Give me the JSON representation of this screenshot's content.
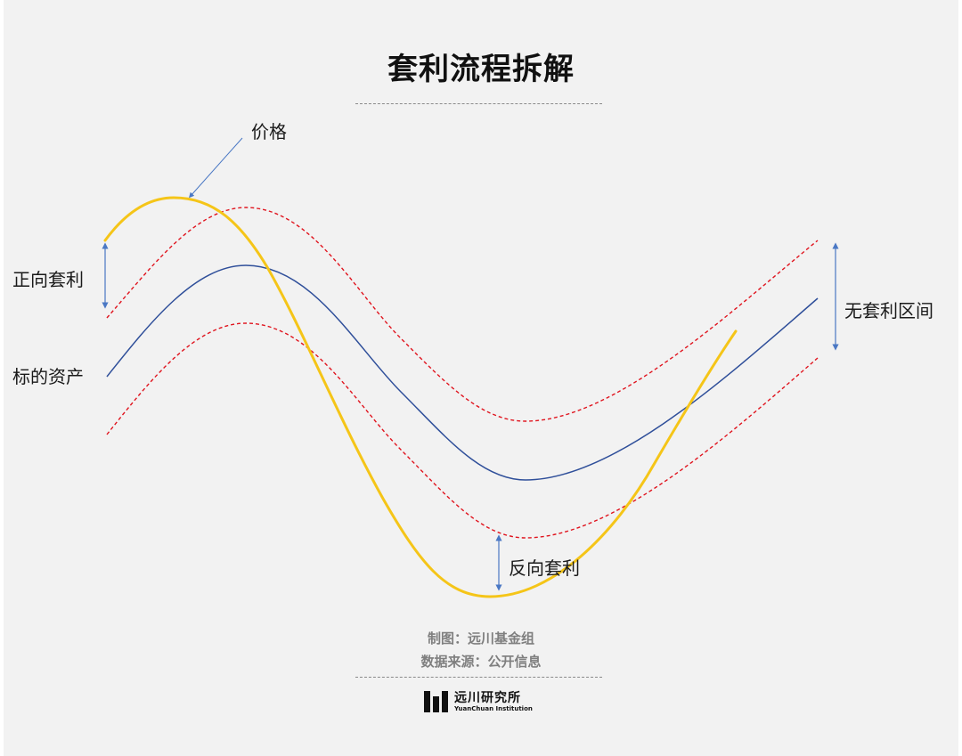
{
  "title": "套利流程拆解",
  "labels": {
    "price": "价格",
    "forward_arbitrage": "正向套利",
    "underlying_asset": "标的资产",
    "reverse_arbitrage": "反向套利",
    "no_arbitrage_band": "无套利区间"
  },
  "footer": {
    "credit": "制图：远川基金组",
    "source": "数据来源：公开信息"
  },
  "logo": {
    "name_cn": "远川研究所",
    "name_en": "YuanChuan Institution"
  },
  "colors": {
    "background": "#f2f2f2",
    "price_curve": "#f5c518",
    "asset_curve": "#2f4f9a",
    "band_curve": "#e0141e",
    "arrow": "#4a78c4",
    "footer_text": "#7f7f7f"
  },
  "icons": {
    "logo_mark": "three-bars-logo-icon"
  }
}
